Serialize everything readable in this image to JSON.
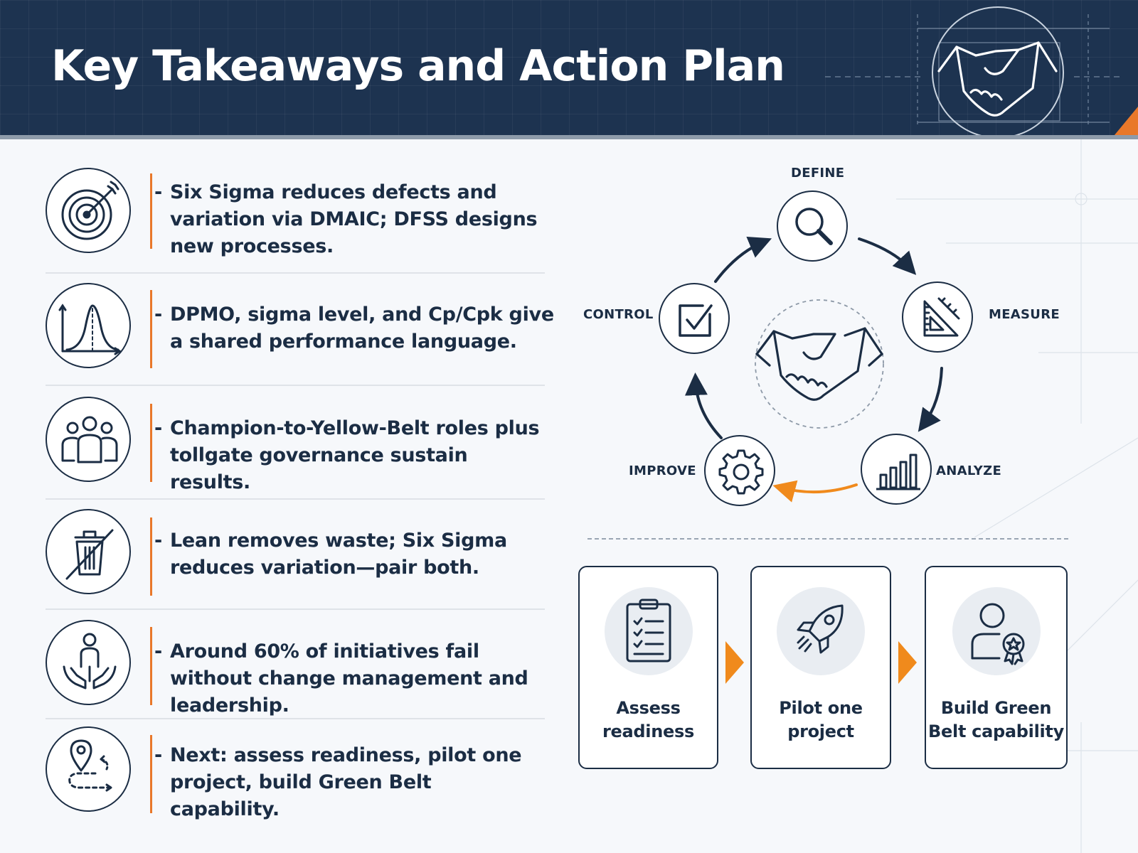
{
  "title": "Key Takeaways and Action Plan",
  "takeaways": [
    {
      "text": "Six Sigma reduces defects and variation via DMAIC; DFSS designs new processes.",
      "icon": "target-icon"
    },
    {
      "text": "DPMO, sigma level, and Cp/Cpk give a shared performance language.",
      "icon": "bell-curve-icon"
    },
    {
      "text": "Champion-to-Yellow-Belt roles plus tollgate governance sustain results.",
      "icon": "team-icon"
    },
    {
      "text": "Lean removes waste; Six Sigma reduces variation—pair both.",
      "icon": "no-waste-icon"
    },
    {
      "text": "Around 60% of initiatives fail without change management and leadership.",
      "icon": "supported-person-icon"
    },
    {
      "text": "Next: assess readiness, pilot one project, build Green Belt capability.",
      "icon": "route-pin-icon"
    }
  ],
  "dmaic": {
    "define": "DEFINE",
    "measure": "MEASURE",
    "analyze": "ANALYZE",
    "improve": "IMPROVE",
    "control": "CONTROL",
    "hub_icon": "handshake-icon"
  },
  "action_plan": [
    {
      "label": "Assess readiness",
      "icon": "clipboard-checklist-icon"
    },
    {
      "label": "Pilot one project",
      "icon": "rocket-icon"
    },
    {
      "label": "Build Green Belt capability",
      "icon": "certified-person-icon"
    }
  ],
  "colors": {
    "navy": "#1d3350",
    "text": "#1b2d44",
    "accent_orange": "#e9782a",
    "arrow_orange": "#f08a1c"
  }
}
